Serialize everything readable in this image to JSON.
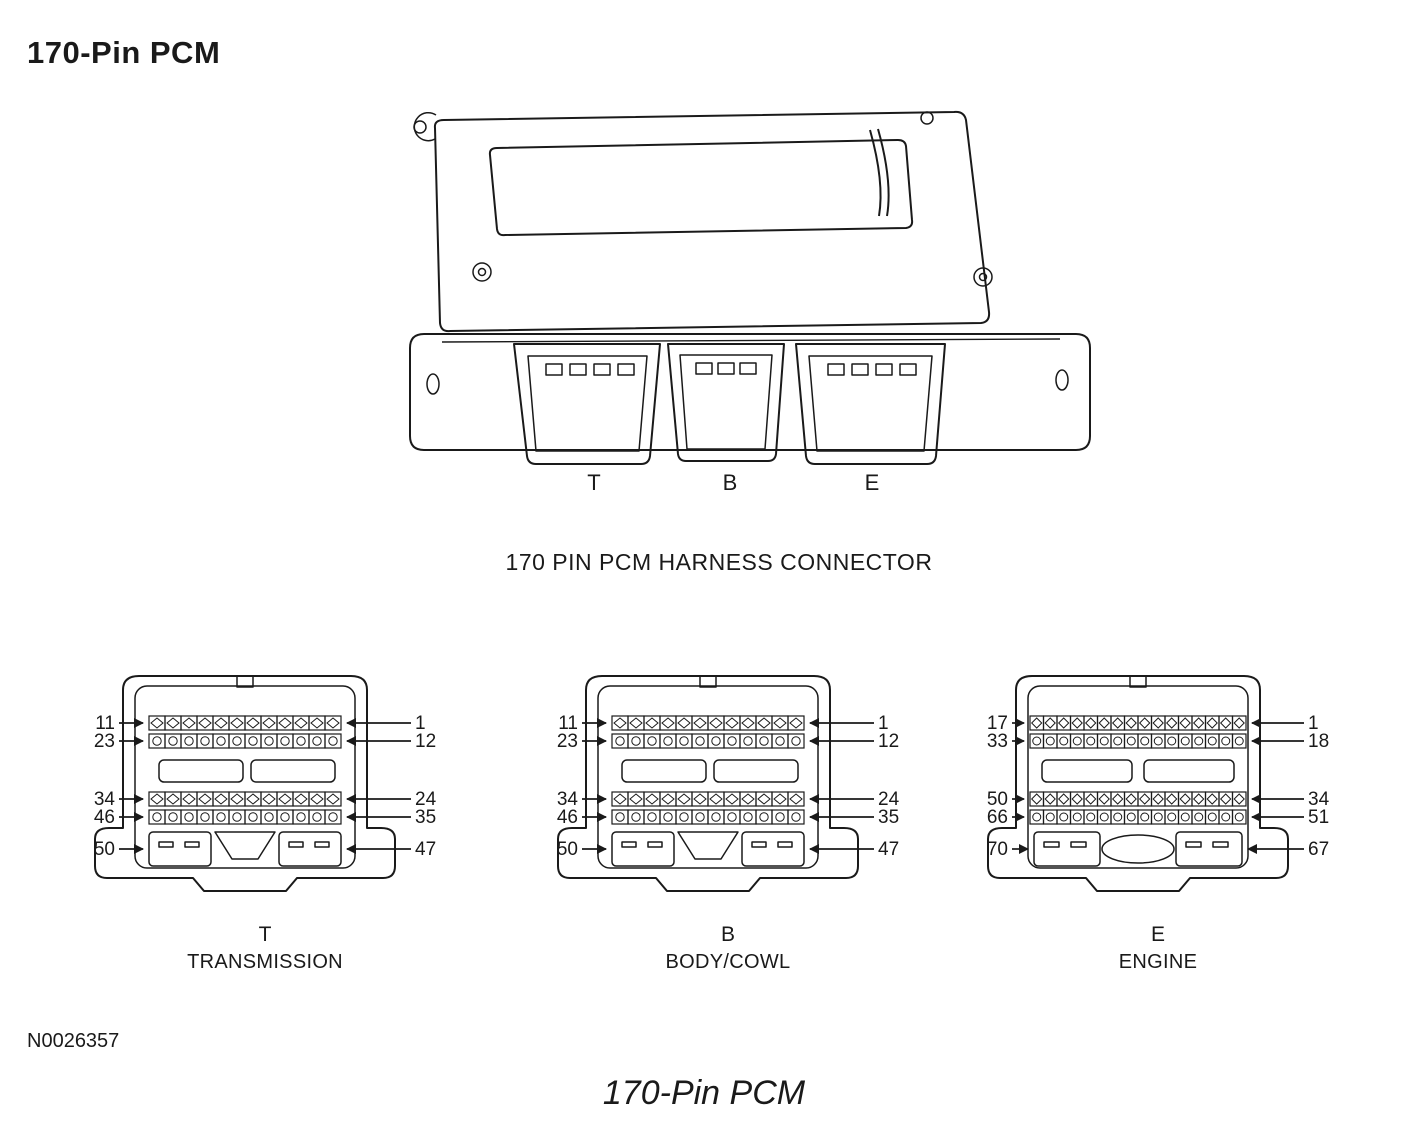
{
  "page": {
    "title": "170-Pin PCM",
    "harness_caption": "170 PIN PCM HARNESS CONNECTOR",
    "figure_number": "N0026357",
    "figure_caption": "170-Pin PCM",
    "colors": {
      "ink": "#1a1a1a",
      "background": "#ffffff"
    }
  },
  "module": {
    "connector_labels": [
      "T",
      "B",
      "E"
    ]
  },
  "connectors": [
    {
      "letter": "T",
      "name": "TRANSMISSION",
      "left_pins": [
        "11",
        "23",
        "34",
        "46",
        "50"
      ],
      "right_pins": [
        "1",
        "12",
        "24",
        "35",
        "47"
      ]
    },
    {
      "letter": "B",
      "name": "BODY/COWL",
      "left_pins": [
        "11",
        "23",
        "34",
        "46",
        "50"
      ],
      "right_pins": [
        "1",
        "12",
        "24",
        "35",
        "47"
      ]
    },
    {
      "letter": "E",
      "name": "ENGINE",
      "left_pins": [
        "17",
        "33",
        "50",
        "66",
        "70"
      ],
      "right_pins": [
        "1",
        "18",
        "34",
        "51",
        "67"
      ]
    }
  ]
}
